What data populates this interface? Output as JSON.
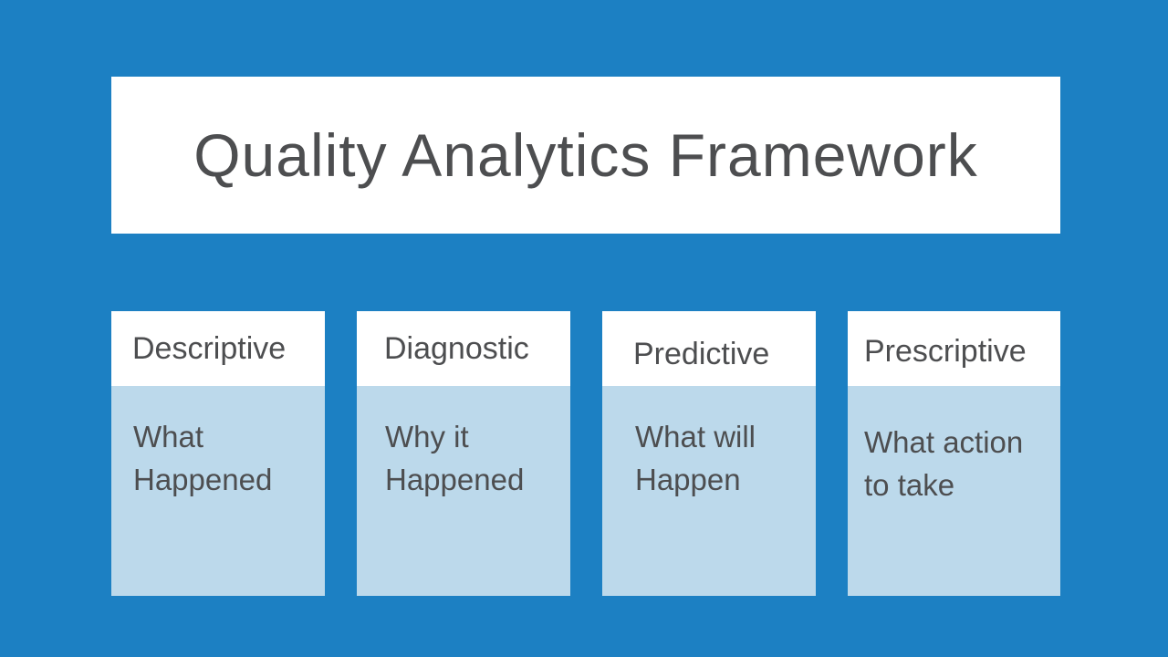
{
  "slide": {
    "title": "Quality Analytics Framework",
    "columns": [
      {
        "header": "Descriptive",
        "body": "What Happened"
      },
      {
        "header": "Diagnostic",
        "body": "Why it Happened"
      },
      {
        "header": "Predictive",
        "body": "What will Happen"
      },
      {
        "header": "Prescriptive",
        "body": "What action to take"
      }
    ],
    "colors": {
      "background": "#1c80c3",
      "card_header_bg": "#ffffff",
      "card_body_bg": "#bcd9eb",
      "text": "#4d4e50"
    }
  }
}
